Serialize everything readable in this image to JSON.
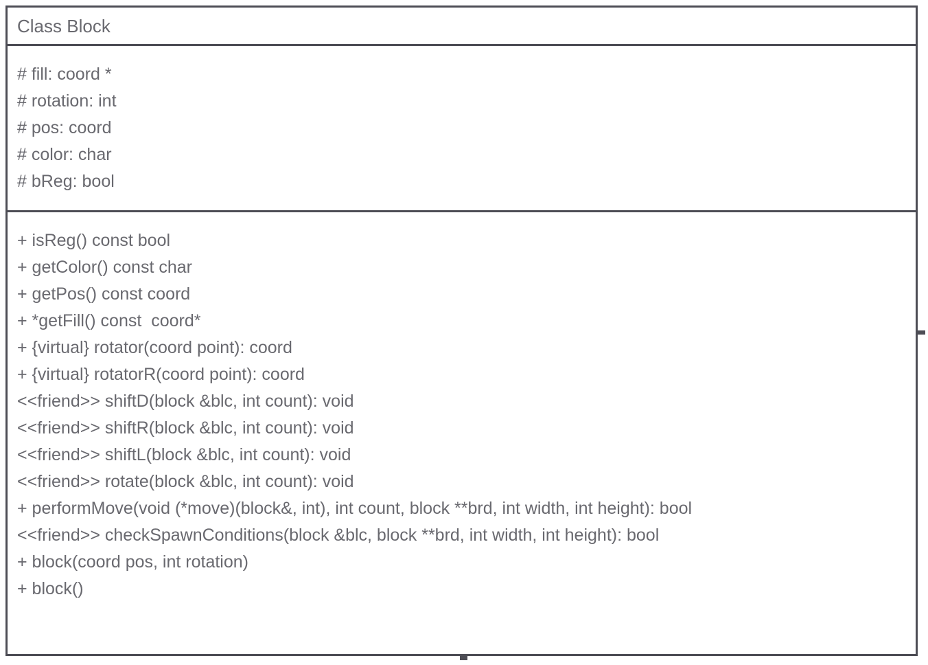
{
  "diagram": {
    "type": "uml-class-diagram",
    "notation": "UML",
    "border_color": "#4d4d55",
    "text_color": "#69696f",
    "background_color": "#ffffff"
  },
  "class_box": {
    "name": "Class Block",
    "attributes": [
      "# fill: coord *",
      "# rotation: int",
      "# pos: coord",
      "# color: char",
      "# bReg: bool"
    ],
    "operations": [
      "+ isReg() const bool",
      "+ getColor() const char",
      "+ getPos() const coord",
      "+ *getFill() const  coord*",
      "+ {virtual} rotator(coord point): coord",
      "+ {virtual} rotatorR(coord point): coord",
      "<<friend>> shiftD(block &blc, int count): void",
      "<<friend>> shiftR(block &blc, int count): void",
      "<<friend>> shiftL(block &blc, int count): void",
      "<<friend>> rotate(block &blc, int count): void",
      "+ performMove(void (*move)(block&, int), int count, block **brd, int width, int height): bool",
      "<<friend>> checkSpawnConditions(block &blc, block **brd, int width, int height): bool",
      "+ block(coord pos, int rotation)",
      "+ block()"
    ]
  }
}
